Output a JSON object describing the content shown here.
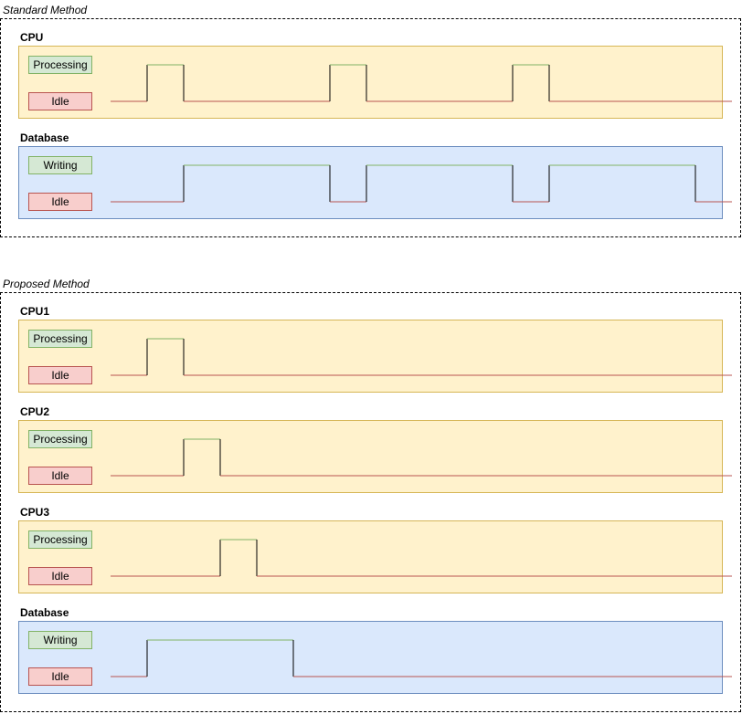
{
  "groups": [
    {
      "title": "Standard Method",
      "lanes": [
        {
          "title": "CPU",
          "kind": "cpu",
          "active_label": "Processing",
          "idle_label": "Idle",
          "signal": [
            [
              0,
              "idle"
            ],
            [
              1,
              "active"
            ],
            [
              2,
              "idle"
            ],
            [
              6,
              "active"
            ],
            [
              7,
              "idle"
            ],
            [
              11,
              "active"
            ],
            [
              12,
              "idle"
            ],
            [
              17,
              "end"
            ]
          ]
        },
        {
          "title": "Database",
          "kind": "db",
          "active_label": "Writing",
          "idle_label": "Idle",
          "signal": [
            [
              0,
              "idle"
            ],
            [
              2,
              "active"
            ],
            [
              6,
              "idle"
            ],
            [
              7,
              "active"
            ],
            [
              11,
              "idle"
            ],
            [
              12,
              "active"
            ],
            [
              16,
              "idle"
            ],
            [
              17,
              "end"
            ]
          ]
        }
      ]
    },
    {
      "title": "Proposed Method",
      "lanes": [
        {
          "title": "CPU1",
          "kind": "cpu",
          "active_label": "Processing",
          "idle_label": "Idle",
          "signal": [
            [
              0,
              "idle"
            ],
            [
              1,
              "active"
            ],
            [
              2,
              "idle"
            ],
            [
              17,
              "end"
            ]
          ]
        },
        {
          "title": "CPU2",
          "kind": "cpu",
          "active_label": "Processing",
          "idle_label": "Idle",
          "signal": [
            [
              0,
              "idle"
            ],
            [
              2,
              "active"
            ],
            [
              3,
              "idle"
            ],
            [
              17,
              "end"
            ]
          ]
        },
        {
          "title": "CPU3",
          "kind": "cpu",
          "active_label": "Processing",
          "idle_label": "Idle",
          "signal": [
            [
              0,
              "idle"
            ],
            [
              3,
              "active"
            ],
            [
              4,
              "idle"
            ],
            [
              17,
              "end"
            ]
          ]
        },
        {
          "title": "Database",
          "kind": "db",
          "active_label": "Writing",
          "idle_label": "Idle",
          "signal": [
            [
              0,
              "idle"
            ],
            [
              1,
              "active"
            ],
            [
              5,
              "idle"
            ],
            [
              17,
              "end"
            ]
          ]
        }
      ]
    }
  ],
  "colors": {
    "active_line": "#82b366",
    "idle_line": "#b85450",
    "edge_line": "#000000"
  }
}
